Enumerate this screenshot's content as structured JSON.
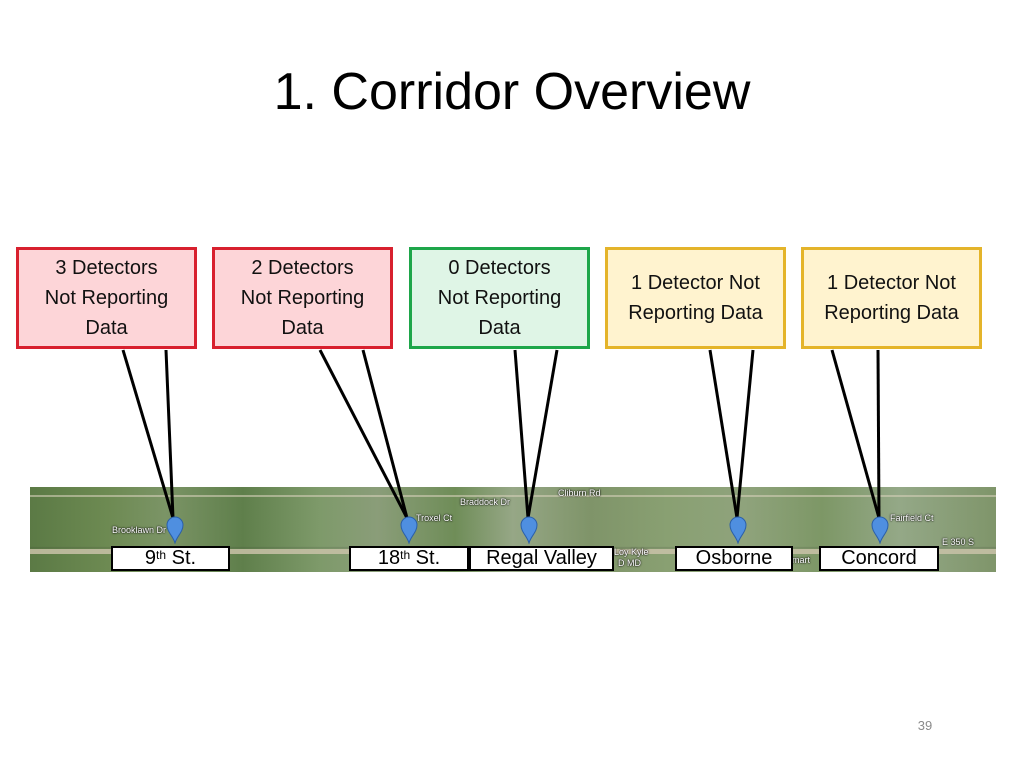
{
  "slide": {
    "title": "1.  Corridor Overview",
    "page_number": "39"
  },
  "callouts": [
    {
      "text": "3 Detectors\nNot Reporting\nData",
      "status": "red"
    },
    {
      "text": "2 Detectors\nNot Reporting\nData",
      "status": "red"
    },
    {
      "text": "0 Detectors\nNot Reporting\nData",
      "status": "green"
    },
    {
      "text": "1 Detector Not\nReporting Data",
      "status": "yellow"
    },
    {
      "text": "1 Detector Not\nReporting Data",
      "status": "yellow"
    }
  ],
  "streets": [
    {
      "base": "9",
      "sup": "th",
      "suffix": " St."
    },
    {
      "base": "18",
      "sup": "th",
      "suffix": " St."
    },
    {
      "base": "Regal Valley",
      "sup": "",
      "suffix": ""
    },
    {
      "base": "Osborne",
      "sup": "",
      "suffix": ""
    },
    {
      "base": "Concord",
      "sup": "",
      "suffix": ""
    }
  ],
  "map_labels": {
    "brooklawn": "Brooklawn Dr",
    "troxel": "Troxel Ct",
    "braddock": "Braddock Dr",
    "cliburn": "Cliburn Rd",
    "fairfield": "Fairfield Ct",
    "e350s": "E 350 S",
    "loykyle": "Loy Kyle",
    "dmd": "D MD",
    "mart": "mart"
  },
  "colors": {
    "red_border": "#d8202e",
    "red_fill": "#fdd5d8",
    "green_border": "#1ea64a",
    "green_fill": "#dff5e6",
    "yellow_border": "#e4b42a",
    "yellow_fill": "#fff3cf",
    "pin": "#4f8fe0"
  }
}
